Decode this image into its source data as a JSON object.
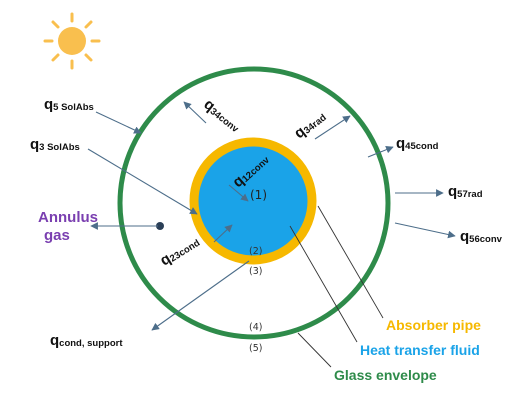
{
  "colors": {
    "glass": "#2e8b4a",
    "absorber": "#f6b800",
    "fluid": "#1aa3e8",
    "arrow": "#4d6e8a",
    "gas_text": "#7a3fb0",
    "sun": "#f9bf4e"
  },
  "labels": {
    "q5": {
      "main": "q",
      "sub": "5 SolAbs"
    },
    "q3": {
      "main": "q",
      "sub": "3 SolAbs"
    },
    "q34conv": {
      "main": "q",
      "sub": "34conv"
    },
    "q34rad": {
      "main": "q",
      "sub": "34rad"
    },
    "q12conv": {
      "main": "q",
      "sub": "12conv"
    },
    "q23cond": {
      "main": "q",
      "sub": "23cond"
    },
    "q45cond": {
      "main": "q",
      "sub": "45cond"
    },
    "q57rad": {
      "main": "q",
      "sub": "57rad"
    },
    "q56conv": {
      "main": "q",
      "sub": "56conv"
    },
    "qcond_support": {
      "main": "q",
      "sub": "cond, support"
    }
  },
  "annulus_gas": {
    "line1": "Annulus",
    "line2": "gas"
  },
  "numbers": {
    "n1": "(1)",
    "n2": "(2)",
    "n3": "(3)",
    "n4": "(4)",
    "n5": "(5)"
  },
  "legend": {
    "absorber": "Absorber pipe",
    "fluid": "Heat transfer fluid",
    "glass": "Glass envelope"
  },
  "icons": {
    "sun": "sun-icon"
  }
}
